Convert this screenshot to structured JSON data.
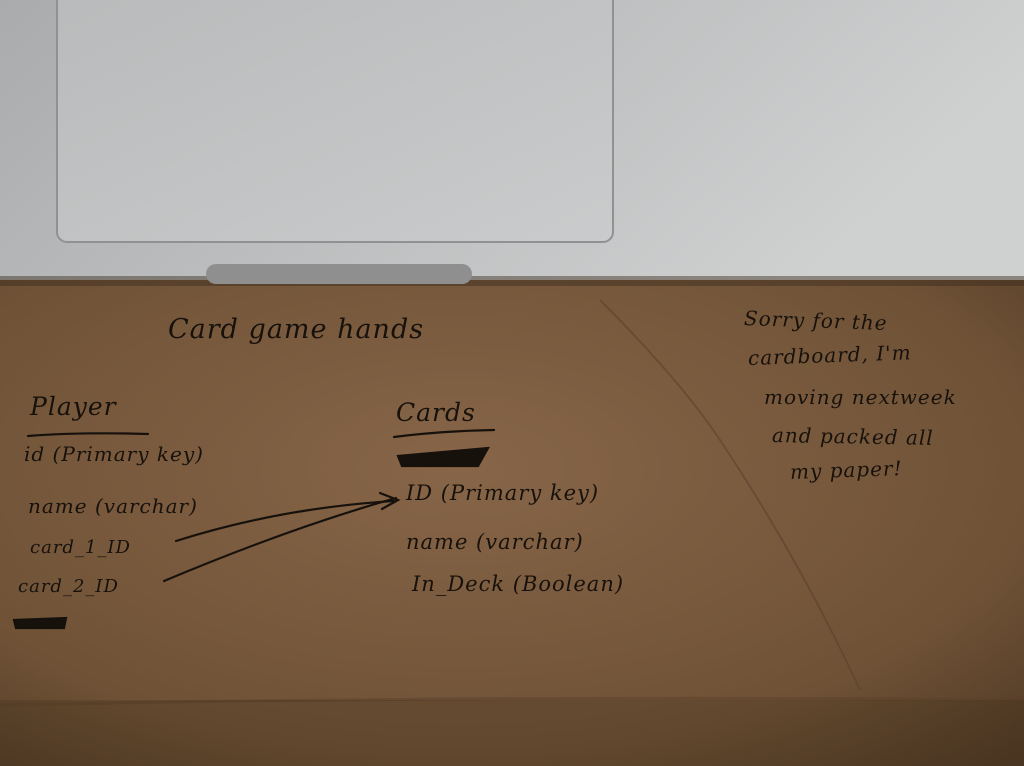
{
  "photo": {
    "title": "Card game hands",
    "player": {
      "heading": "Player",
      "fields": [
        "id (Primary key)",
        "name (varchar)",
        "card_1_ID",
        "card_2_ID"
      ]
    },
    "cards": {
      "heading": "Cards",
      "fields": [
        "ID (Primary key)",
        "name (varchar)",
        "In_Deck (Boolean)"
      ]
    },
    "note": [
      "Sorry for the",
      "cardboard, I'm",
      "moving nextweek",
      "and packed all",
      "my paper!"
    ]
  },
  "colors": {
    "cardboard": "#7a5a3c",
    "laptop": "#b9bbbc",
    "trackpad": "#c4c6c7",
    "ink": "#17110c"
  }
}
